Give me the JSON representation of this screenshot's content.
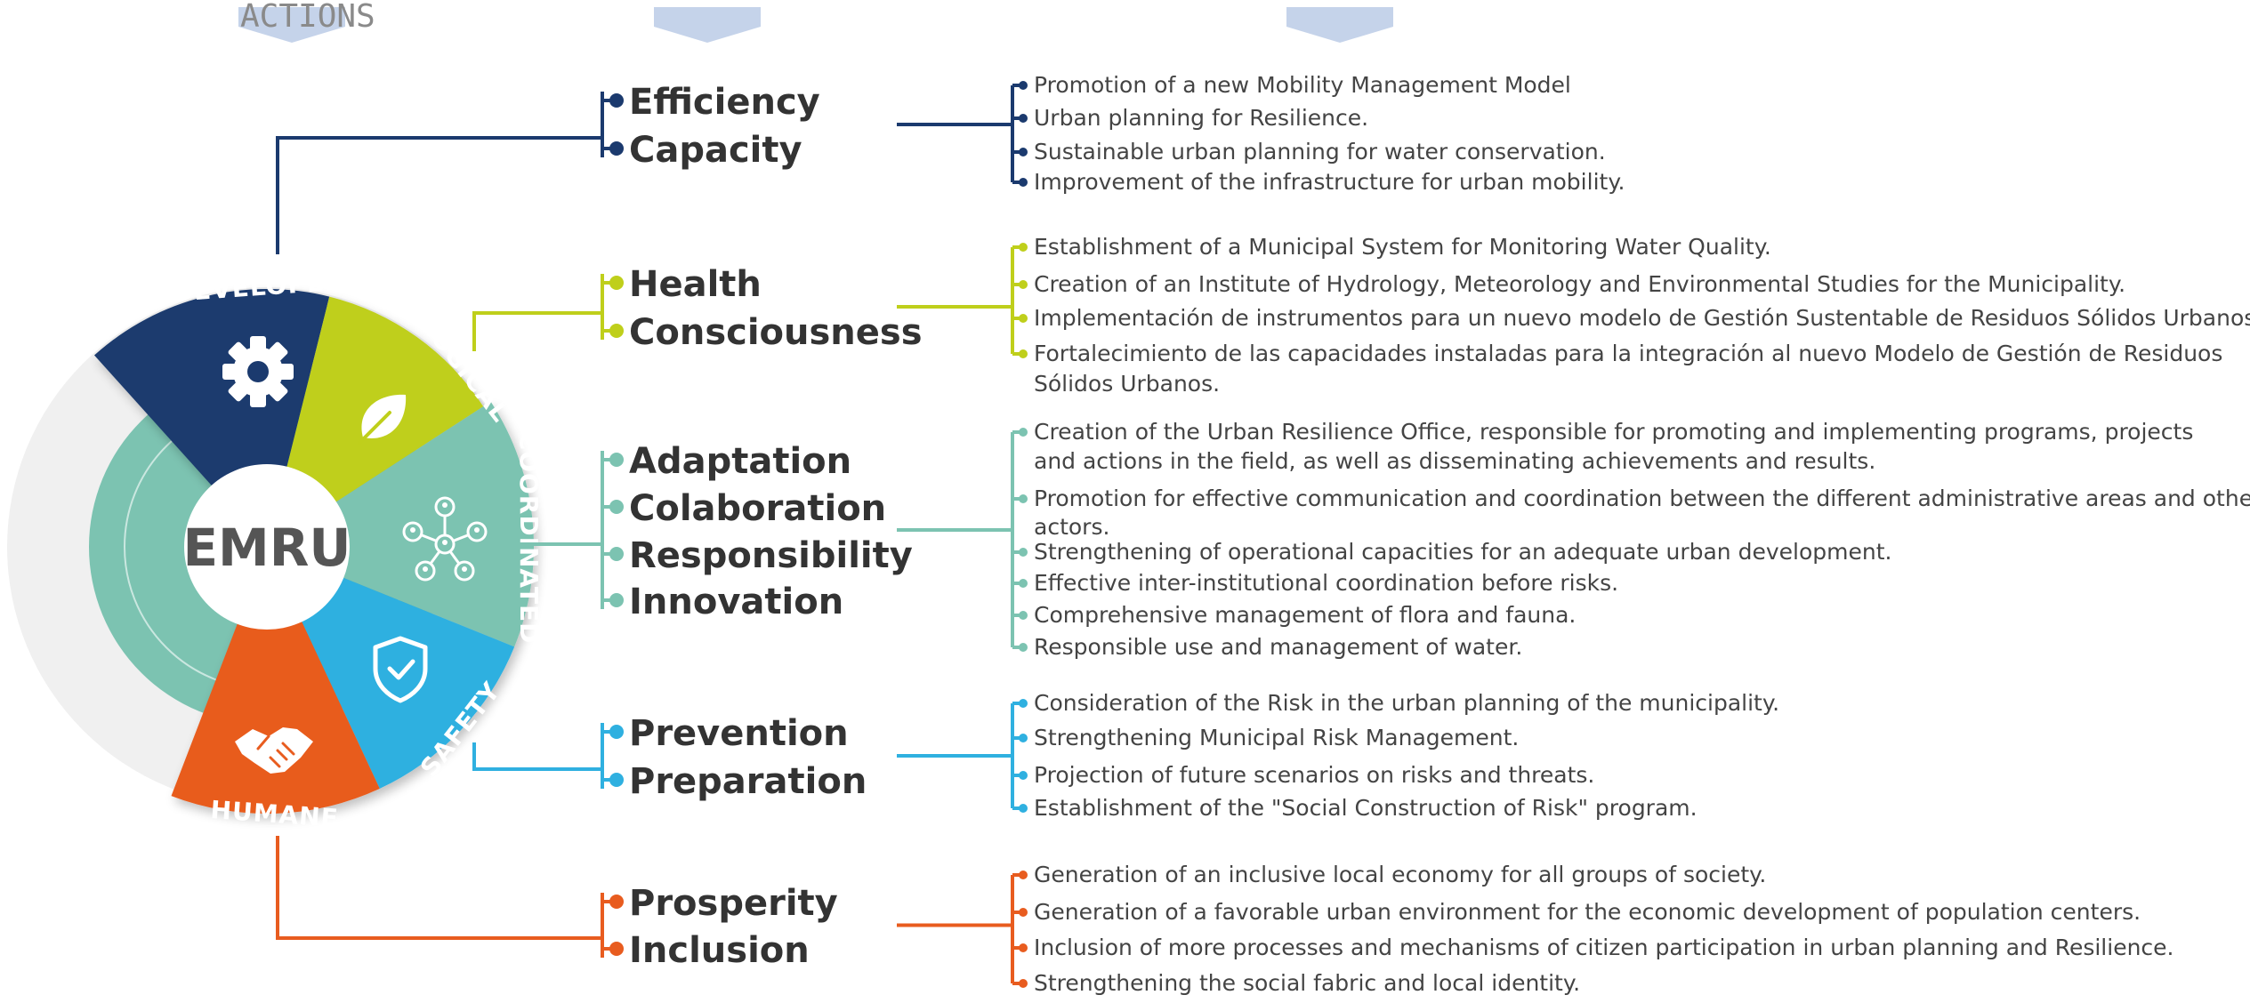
{
  "section_headers": [
    "ACTIONS"
  ],
  "hub": {
    "label": "EMRU"
  },
  "colors": {
    "developed": "#1b3a6e",
    "ecological": "#bfcf1b",
    "coordinated": "#7cc3b1",
    "safety": "#2fb0e0",
    "humane": "#e85c1f",
    "header_chevron": "#c5d3ea"
  },
  "segments": [
    {
      "key": "developed",
      "label": "DEVELOPED",
      "icon": "gear-icon"
    },
    {
      "key": "ecological",
      "label": "ECOLOGICAL",
      "icon": "leaf-icon"
    },
    {
      "key": "coordinated",
      "label": "COORDINATED",
      "icon": "network-people-icon"
    },
    {
      "key": "safety",
      "label": "SAFETY",
      "icon": "shield-check-icon"
    },
    {
      "key": "humane",
      "label": "HUMANE",
      "icon": "handshake-icon"
    }
  ],
  "groups": [
    {
      "key": "developed",
      "concepts": [
        "Efficiency",
        "Capacity"
      ],
      "actions": [
        [
          "Promotion of a new Mobility Management Model"
        ],
        [
          "Urban planning for Resilience."
        ],
        [
          "Sustainable urban planning for water conservation."
        ],
        [
          "Improvement of the infrastructure for urban mobility."
        ]
      ]
    },
    {
      "key": "ecological",
      "concepts": [
        "Health",
        "Consciousness"
      ],
      "actions": [
        [
          "Establishment of a Municipal System for Monitoring Water Quality."
        ],
        [
          "Creation of an Institute of Hydrology, Meteorology and Environmental Studies for the Municipality."
        ],
        [
          "Implementación de instrumentos para un nuevo modelo de Gestión Sustentable de Residuos Sólidos Urbanos."
        ],
        [
          "Fortalecimiento de las capacidades instaladas para la integración al nuevo Modelo de Gestión de Residuos",
          "Sólidos Urbanos."
        ]
      ]
    },
    {
      "key": "coordinated",
      "concepts": [
        "Adaptation",
        "Colaboration",
        "Responsibility",
        "Innovation"
      ],
      "actions": [
        [
          "Creation of the Urban Resilience Office, responsible for promoting and implementing programs, projects",
          "and actions in the field, as well as disseminating achievements and results."
        ],
        [
          "Promotion for effective communication and coordination between the different administrative areas and other",
          "actors."
        ],
        [
          "Strengthening of operational capacities for an adequate urban development."
        ],
        [
          "Effective inter-institutional coordination before risks."
        ],
        [
          "Comprehensive management of flora and fauna."
        ],
        [
          "Responsible use and management of water."
        ]
      ]
    },
    {
      "key": "safety",
      "concepts": [
        "Prevention",
        "Preparation"
      ],
      "actions": [
        [
          "Consideration of the Risk in the urban planning of the municipality."
        ],
        [
          "Strengthening Municipal Risk Management."
        ],
        [
          "Projection of future scenarios on risks and threats."
        ],
        [
          "Establishment of the \"Social Construction of Risk\" program."
        ]
      ]
    },
    {
      "key": "humane",
      "concepts": [
        "Prosperity",
        "Inclusion"
      ],
      "actions": [
        [
          "Generation of an inclusive local economy for all groups of society."
        ],
        [
          "Generation of a favorable urban environment for the economic development of population centers."
        ],
        [
          "Inclusion of more processes and mechanisms of citizen participation in urban planning and Resilience."
        ],
        [
          "Strengthening the social fabric and local identity."
        ]
      ]
    }
  ]
}
